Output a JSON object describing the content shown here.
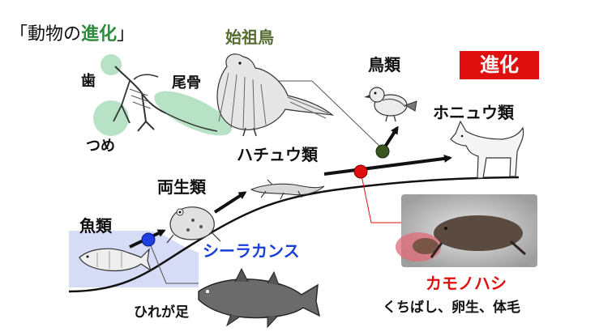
{
  "title": {
    "bracket_open": "「",
    "prefix": "動物の",
    "highlight": "進化",
    "bracket_close": "」"
  },
  "badge": "進化",
  "labels": {
    "shisocho": "始祖鳥",
    "ha": "歯",
    "bikotsu": "尾骨",
    "tsume": "つめ",
    "chorui": "鳥類",
    "honyurui": "ホニュウ類",
    "hachuurui": "ハチュウ類",
    "ryouseirui": "両生類",
    "gyorui": "魚類",
    "coelacanth": "シーラカンス",
    "hire": "ひれが足",
    "kamonohashi": "カモノハシ",
    "kamonohashi_traits": "くちばし、卵生、体毛"
  },
  "colors": {
    "accent_red": "#e01010",
    "title_green": "#2e8b3c",
    "shisocho_olive": "#556b2f",
    "coelacanth_blue": "#1a3fd6",
    "water": "#d6dcf6",
    "highlight_green": "#b8e2c6"
  }
}
